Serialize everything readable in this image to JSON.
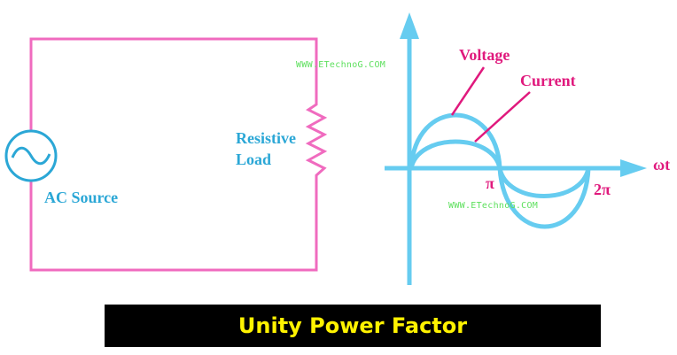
{
  "circuit": {
    "source_label": "AC Source",
    "load_label_line1": "Resistive",
    "load_label_line2": "Load",
    "wire_color": "#f06bbf",
    "source_color": "#2ba7d6"
  },
  "graph": {
    "voltage_label": "Voltage",
    "current_label": "Current",
    "x_axis_label": "ωt",
    "tick_pi": "π",
    "tick_2pi": "2π",
    "axis_color": "#66ccf0",
    "pointer_color": "#e0197d"
  },
  "watermarks": [
    "WWW.ETechnoG.COM",
    "WWW.ETechnoG.COM"
  ],
  "banner": {
    "title": "Unity Power Factor",
    "background": "#000000",
    "text_color": "#fff200"
  }
}
